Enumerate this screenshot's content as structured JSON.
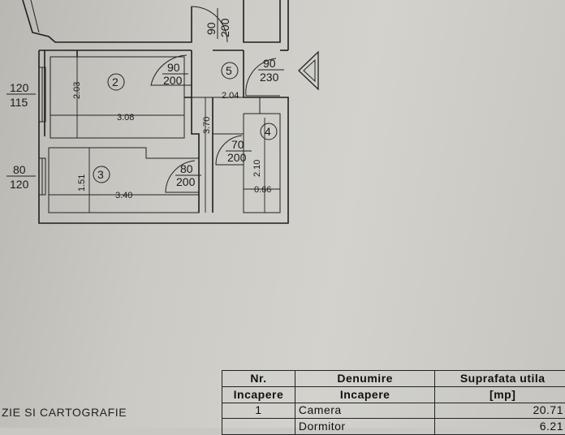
{
  "plan": {
    "rooms": [
      {
        "id": "2",
        "num": "2"
      },
      {
        "id": "3",
        "num": "3"
      },
      {
        "id": "4",
        "num": "4"
      },
      {
        "id": "5",
        "num": "5"
      }
    ],
    "doors": {
      "top": {
        "w": "90",
        "h": "200"
      },
      "room2": {
        "w": "90",
        "h": "200"
      },
      "entry": {
        "w": "90",
        "h": "230"
      },
      "room3": {
        "w": "80",
        "h": "200"
      },
      "room4": {
        "w": "70",
        "h": "200"
      }
    },
    "windows": {
      "room2": {
        "w": "120",
        "h": "115"
      },
      "room3": {
        "w": "80",
        "h": "120"
      }
    },
    "dims": {
      "room2_h": "2.03",
      "room2_w": "3.08",
      "hall_w": "2.04",
      "hall_h": "3.70",
      "room4_h": "2.10",
      "room4_w": "0.66",
      "room3_h": "1.51",
      "room3_w": "3.40"
    }
  },
  "footer_text": "ZIE SI CARTOGRAFIE",
  "table": {
    "headers": {
      "nr_line1": "Nr.",
      "nr_line2": "Incapere",
      "name_line1": "Denumire",
      "name_line2": "Incapere",
      "area_line1": "Suprafata utila",
      "area_line2": "[mp]"
    },
    "rows": [
      {
        "nr": "1",
        "name": "Camera",
        "area": "20.71"
      },
      {
        "nr": "",
        "name": "Dormitor",
        "area": "6.21"
      }
    ]
  }
}
